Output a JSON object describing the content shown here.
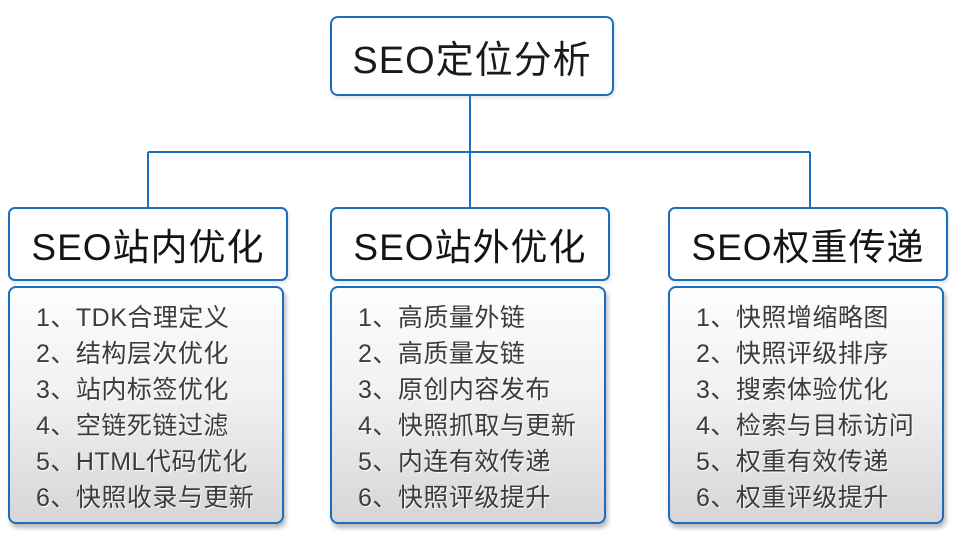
{
  "root": {
    "title": "SEO定位分析"
  },
  "colors": {
    "line_blue": "#1b6ebe",
    "header_text": "#141414",
    "list_text": "#3c3c3c",
    "list_gradient_top": "#fdfdfd",
    "list_gradient_bottom": "#d6d6d6"
  },
  "columns": [
    {
      "title": "SEO站内优化",
      "items": [
        "1、TDK合理定义",
        "2、结构层次优化",
        "3、站内标签优化",
        "4、空链死链过滤",
        "5、HTML代码优化",
        "6、快照收录与更新"
      ]
    },
    {
      "title": "SEO站外优化",
      "items": [
        "1、高质量外链",
        "2、高质量友链",
        "3、原创内容发布",
        "4、快照抓取与更新",
        "5、内连有效传递",
        "6、快照评级提升"
      ]
    },
    {
      "title": "SEO权重传递",
      "items": [
        "1、快照增缩略图",
        "2、快照评级排序",
        "3、搜索体验优化",
        "4、检索与目标访问",
        "5、权重有效传递",
        "6、权重评级提升"
      ]
    }
  ]
}
